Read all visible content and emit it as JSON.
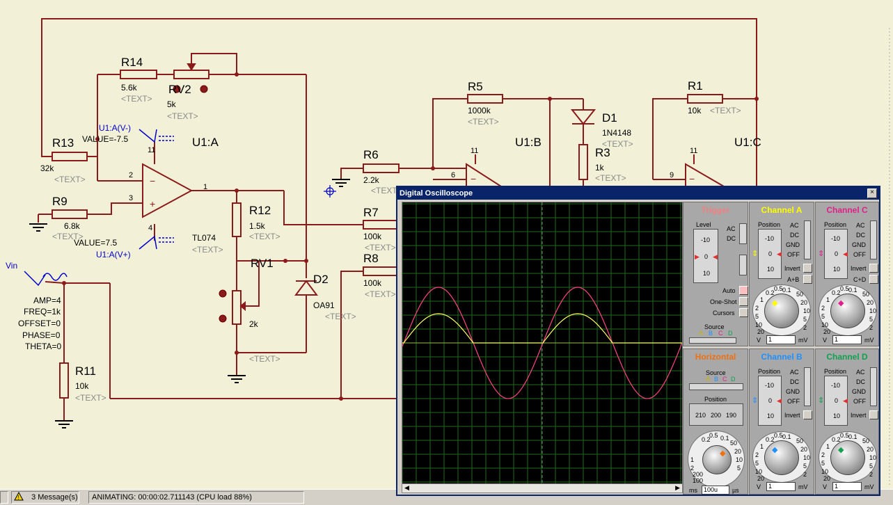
{
  "colors": {
    "wire": "#8b1a1a",
    "trace_a": "#ffff66",
    "trace_c": "#ff4488",
    "grid": "#1f6b1f",
    "trig": "#f08080",
    "chan_a": "#ffff00",
    "chan_b": "#1e90ff",
    "chan_c": "#e0208a",
    "chan_d": "#10a050",
    "horiz": "#f07010"
  },
  "schematic": {
    "r14": {
      "ref": "R14",
      "value": "5.6k",
      "text": "<TEXT>"
    },
    "rv2": {
      "ref": "RV2",
      "value": "5k",
      "text": "<TEXT>"
    },
    "r13": {
      "ref": "R13",
      "value": "32k",
      "text": "<TEXT>"
    },
    "r9": {
      "ref": "R9",
      "value": "6.8k",
      "text": "<TEXT>"
    },
    "u1a": {
      "ref": "U1:A",
      "model": "TL074",
      "text": "<TEXT>",
      "pins": [
        "11",
        "2",
        "3",
        "4",
        "1"
      ]
    },
    "vneg": {
      "name": "U1:A(V-)",
      "value": "VALUE=-7.5"
    },
    "vpos": {
      "name": "U1:A(V+)",
      "value": "VALUE=7.5"
    },
    "r12": {
      "ref": "R12",
      "value": "1.5k",
      "text": "<TEXT>"
    },
    "rv1": {
      "ref": "RV1",
      "value": "2k",
      "text": "<TEXT>"
    },
    "d2": {
      "ref": "D2",
      "model": "OA91",
      "text": "<TEXT>"
    },
    "r6": {
      "ref": "R6",
      "value": "2.2k",
      "text": "<TEXT>"
    },
    "r7": {
      "ref": "R7",
      "value": "100k",
      "text": "<TEXT>"
    },
    "r8": {
      "ref": "R8",
      "value": "100k",
      "text": "<TEXT>"
    },
    "r5": {
      "ref": "R5",
      "value": "1000k",
      "text": "<TEXT>"
    },
    "u1b": {
      "ref": "U1:B",
      "pins": [
        "11",
        "6"
      ]
    },
    "d1": {
      "ref": "D1",
      "model": "1N4148",
      "text": "<TEXT>"
    },
    "r3": {
      "ref": "R3",
      "value": "1k",
      "text": "<TEXT>"
    },
    "r1": {
      "ref": "R1",
      "value": "10k",
      "text": "<TEXT>"
    },
    "u1c": {
      "ref": "U1:C",
      "pins": [
        "11",
        "9"
      ]
    },
    "vin": {
      "name": "Vin",
      "amp": "AMP=4",
      "freq": "FREQ=1k",
      "offset": "OFFSET=0",
      "phase": "PHASE=0",
      "theta": "THETA=0"
    },
    "r11": {
      "ref": "R11",
      "value": "10k",
      "text": "<TEXT>"
    }
  },
  "status": {
    "messages": "3 Message(s)",
    "animating": "ANIMATING: 00:00:02.711143 (CPU load 88%)"
  },
  "oscilloscope": {
    "title": "Digital Oscilloscope",
    "close": "×",
    "trigger": {
      "title": "Trigger",
      "level": "Level",
      "ac": "AC",
      "dc": "DC",
      "auto": "Auto",
      "oneshot": "One-Shot",
      "cursors": "Cursors",
      "source": "Source",
      "sources": [
        "A",
        "B",
        "C",
        "D"
      ],
      "ticks": [
        "-10",
        "0",
        "10"
      ]
    },
    "horizontal": {
      "title": "Horizontal",
      "source": "Source",
      "sources": [
        "A",
        "B",
        "C",
        "D"
      ],
      "position": "Position",
      "pos_values": [
        "210",
        "200",
        "190"
      ],
      "field": "100u",
      "unit_l": "ms",
      "unit_r": "µs",
      "scale": [
        "0.5",
        "0.2",
        "0.1",
        "50",
        "20",
        "10",
        "5",
        "2",
        "1",
        "200",
        "100"
      ]
    },
    "channels": [
      {
        "title": "Channel A",
        "position": "Position",
        "ac": "AC",
        "dc": "DC",
        "gnd": "GND",
        "off": "OFF",
        "invert": "Invert",
        "extra": "A+B",
        "field": "1",
        "unit_l": "V",
        "unit_r": "mV"
      },
      {
        "title": "Channel C",
        "position": "Position",
        "ac": "AC",
        "dc": "DC",
        "gnd": "GND",
        "off": "OFF",
        "invert": "Invert",
        "extra": "C+D",
        "field": "1",
        "unit_l": "V",
        "unit_r": "mV"
      },
      {
        "title": "Channel B",
        "position": "Position",
        "ac": "AC",
        "dc": "DC",
        "gnd": "GND",
        "off": "OFF",
        "invert": "Invert",
        "extra": "",
        "field": "1",
        "unit_l": "V",
        "unit_r": "mV"
      },
      {
        "title": "Channel D",
        "position": "Position",
        "ac": "AC",
        "dc": "DC",
        "gnd": "GND",
        "off": "OFF",
        "invert": "Invert",
        "extra": "",
        "field": "1",
        "unit_l": "V",
        "unit_r": "mV"
      }
    ],
    "ticks": [
      "-10",
      "0",
      "10"
    ],
    "vscale": [
      "0.5",
      "0.2",
      "0.1",
      "1",
      "50",
      "2",
      "20",
      "5",
      "10",
      "10",
      "5",
      "20",
      "2"
    ]
  }
}
